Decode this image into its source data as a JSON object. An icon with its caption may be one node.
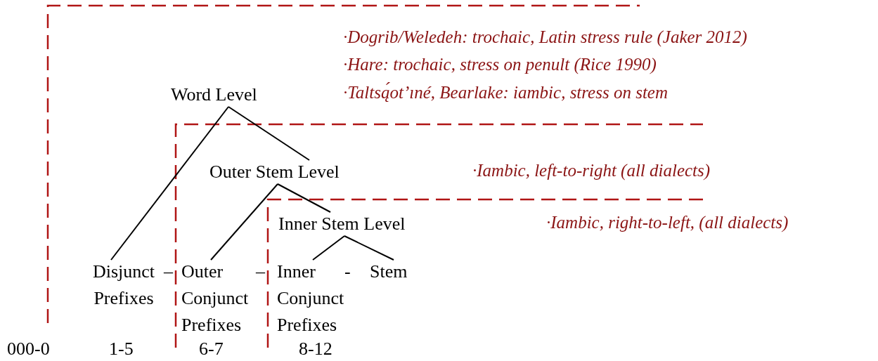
{
  "diagram": {
    "nodes": [
      {
        "text": [
          "Word Level"
        ]
      },
      {
        "text": [
          "Outer Stem Level"
        ]
      },
      {
        "text": [
          "Inner Stem Level"
        ]
      },
      {
        "text": [
          "Disjunct Prefixes"
        ]
      },
      {
        "text": [
          "Outer Conjunct Prefixes"
        ]
      },
      {
        "text": [
          "Inner Conjunct Prefixes"
        ]
      },
      {
        "text": [
          "Stem"
        ]
      }
    ],
    "edges": [
      {
        "from": 0,
        "to": 3,
        "arrow": "none"
      },
      {
        "from": 0,
        "to": 1,
        "arrow": "none"
      },
      {
        "from": 1,
        "to": 4,
        "arrow": "none"
      },
      {
        "from": 1,
        "to": 2,
        "arrow": "none"
      },
      {
        "from": 2,
        "to": 5,
        "arrow": "none"
      },
      {
        "from": 2,
        "to": 6,
        "arrow": "none"
      }
    ],
    "labels": [
      "·Dogrib/Weledeh:  trochaic, Latin stress rule (Jaker 2012)",
      "·Hare:  trochaic, stress on penult (Rice 1990)",
      "·Taltsą́ot’ıné, Bearlake:  iambic, stress on stem",
      "·Iambic, left-to-right (all dialects)",
      "·Iambic, right-to-left, (all dialects)",
      "–",
      "–",
      "-",
      "000-0",
      "1-5",
      "6-7",
      "8-12"
    ]
  }
}
